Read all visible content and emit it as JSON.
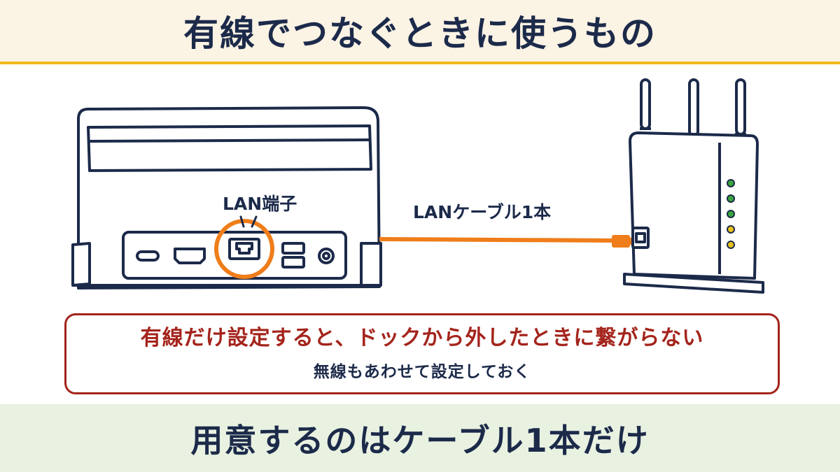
{
  "header": {
    "title": "有線でつなぐときに使うもの"
  },
  "diagram": {
    "dock_port_label": "LAN端子",
    "cable_label": "LANケーブル1本"
  },
  "note": {
    "warning": "有線だけ設定すると、ドックから外したときに繋がらない",
    "advice": "無線もあわせて設定しておく"
  },
  "footer": {
    "summary": "用意するのはケーブル1本だけ"
  },
  "colors": {
    "navy": "#1c2a4a",
    "accent_orange": "#ef7d1a",
    "warning_red": "#a4241c",
    "header_rule": "#f2b81d",
    "led_green": "#3aa53c",
    "led_yellow": "#e8c21c"
  }
}
